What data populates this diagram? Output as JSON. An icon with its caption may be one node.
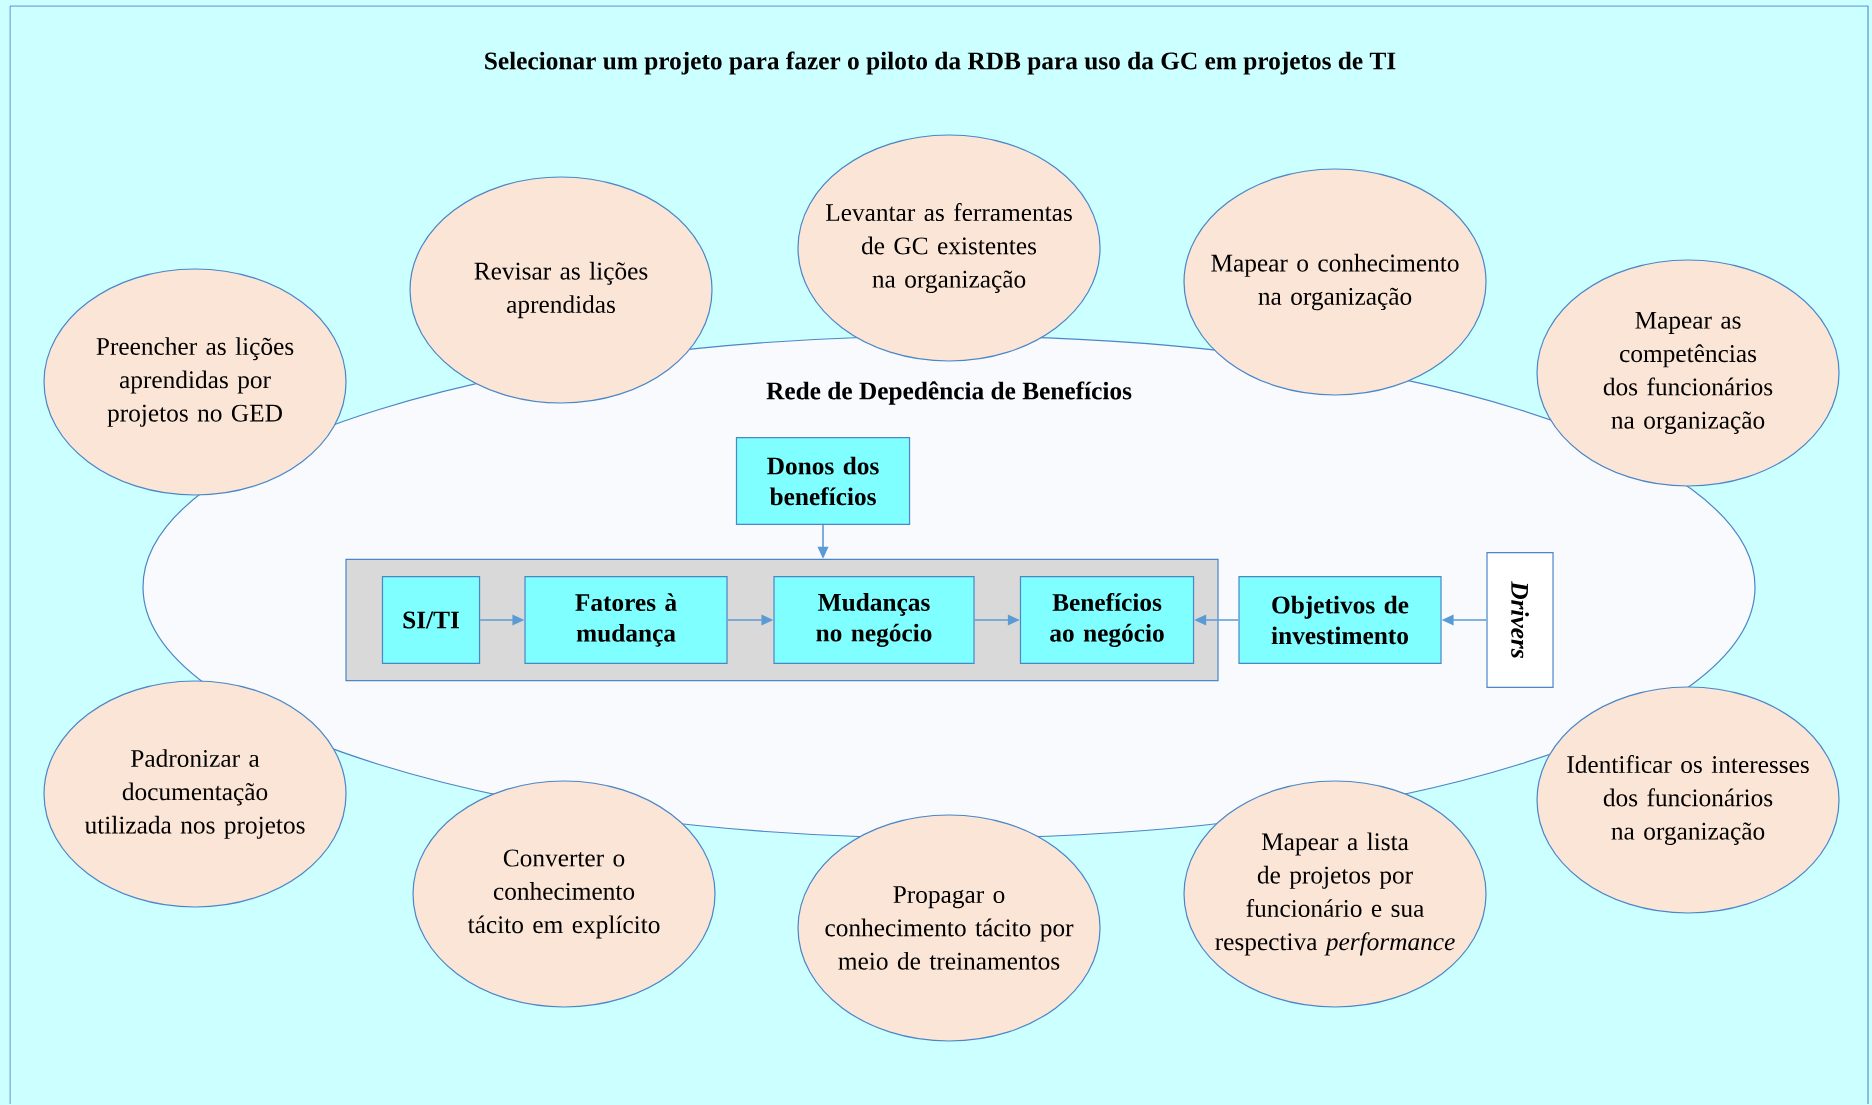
{
  "diagram": {
    "title": "Selecionar um projeto para fazer o piloto da RDB para uso da GC em projetos de TI",
    "nodes": [
      {
        "text": [
          "Rede de Depedência de Benefícios"
        ]
      },
      {
        "text": [],
        "shape": "box",
        "in": 0
      },
      {
        "text": [
          "Donos dos benefícios"
        ],
        "in": 0
      },
      {
        "text": [
          "SI/TI"
        ],
        "in": 1
      },
      {
        "text": [
          "Fatores à mudança"
        ],
        "in": 1
      },
      {
        "text": [
          "Mudanças no negócio"
        ],
        "in": 1
      },
      {
        "text": [
          "Benefícios ao negócio"
        ],
        "in": 1
      },
      {
        "text": [
          "Objetivos de investimento"
        ],
        "in": 0
      },
      {
        "text": [
          "Drivers"
        ],
        "in": 0
      },
      {
        "text": [
          "Preencher as lições aprendidas por projetos no GED"
        ]
      },
      {
        "text": [
          "Revisar as lições aprendidas"
        ]
      },
      {
        "text": [
          "Levantar as ferramentas de GC existentes na organização"
        ]
      },
      {
        "text": [
          "Mapear o conhecimento na organização"
        ]
      },
      {
        "text": [
          "Mapear as competências dos funcionários na organização"
        ]
      },
      {
        "text": [
          "Padronizar a documentação utilizada nos projetos"
        ]
      },
      {
        "text": [
          "Converter o conhecimento tácito em explícito"
        ]
      },
      {
        "text": [
          "Propagar o conhecimento tácito por meio de treinamentos"
        ]
      },
      {
        "text": [
          "Mapear a lista de projetos por funcionário e sua respectiva *performance*"
        ]
      },
      {
        "text": [
          "Identificar os interesses dos funcionários na organização"
        ]
      }
    ],
    "edges": [
      {
        "from": 2,
        "to": 1,
        "arrow": "to"
      },
      {
        "from": 3,
        "to": 4,
        "arrow": "to"
      },
      {
        "from": 4,
        "to": 5,
        "arrow": "to"
      },
      {
        "from": 5,
        "to": 6,
        "arrow": "to"
      },
      {
        "from": 7,
        "to": 6,
        "arrow": "to"
      },
      {
        "from": 8,
        "to": 7,
        "arrow": "to"
      }
    ]
  }
}
